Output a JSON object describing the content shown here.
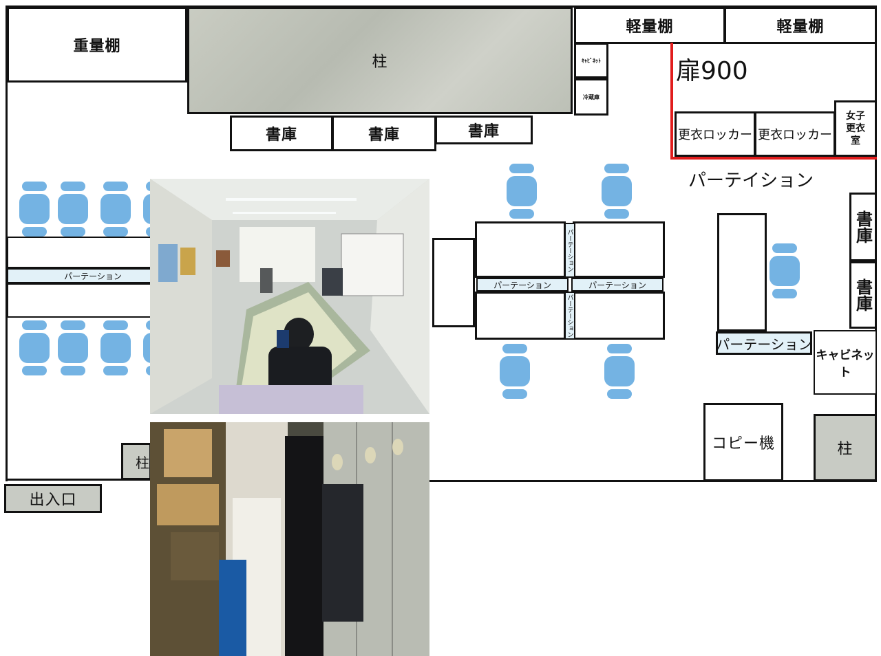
{
  "labels": {
    "heavy_shelf": "重量棚",
    "pillar": "柱",
    "light_shelf_1": "軽量棚",
    "light_shelf_2": "軽量棚",
    "door": "扉900",
    "cabinet_small": "ｷｬﾋﾞﾈｯﾄ",
    "fridge_small": "冷蔵庫",
    "bookcase_1": "書庫",
    "bookcase_2": "書庫",
    "bookcase_3": "書庫",
    "locker_1": "更衣ロッカー",
    "locker_2": "更衣ロッカー",
    "women_changing_room": "女子更衣室",
    "partition_title": "パーテイション",
    "left_partition": "パーテーション",
    "center_partition_left": "パーテーション",
    "center_partition_right": "パーテーション",
    "center_partition_vertical_top": "パーテーション",
    "center_partition_vertical_bottom": "パーテーション",
    "right_partition": "パーテーション",
    "right_bookcase_1": "書庫",
    "right_bookcase_2": "書庫",
    "cabinet": "キャビネット",
    "copier": "コピー機",
    "pillar_right": "柱",
    "pillar_small": "柱",
    "entrance": "出入口"
  },
  "colors": {
    "chair": "#74b3e3",
    "door_line": "#e11d1d",
    "partition_fill": "#e2f1f8",
    "pillar_fill": "#c8cbc4"
  }
}
